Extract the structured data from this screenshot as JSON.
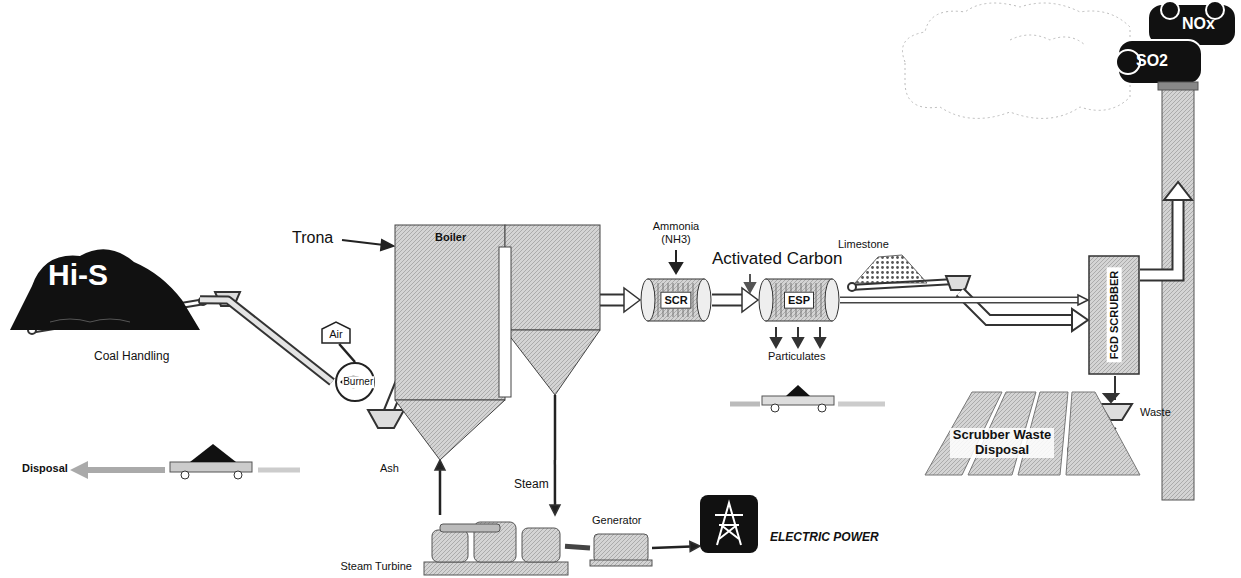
{
  "diagram": {
    "nodes": [
      {
        "text": [
          "Hi-S"
        ]
      },
      {
        "text": [
          "Burner"
        ]
      },
      {
        "text": [
          "Air"
        ]
      },
      {
        "text": [
          "Boiler"
        ]
      },
      {
        "text": [
          "SCR"
        ]
      },
      {
        "text": [
          "ESP"
        ]
      },
      {
        "text": [
          "FGD SCRUBBER"
        ]
      },
      {
        "text": [
          "Steam Turbine"
        ]
      },
      {
        "text": [
          "Generator"
        ]
      },
      {
        "text": [
          "ELECTRIC POWER"
        ]
      }
    ],
    "edges": [
      {
        "from": 0,
        "to": 1,
        "arrow": "none",
        "label": "Coal Handling"
      },
      {
        "from": 2,
        "to": 1,
        "arrow": "none"
      },
      {
        "from": 3,
        "to": 4,
        "arrow": "to"
      },
      {
        "from": 4,
        "to": 5,
        "arrow": "to"
      },
      {
        "from": 5,
        "to": 6,
        "arrow": "to"
      },
      {
        "from": 3,
        "to": 7,
        "arrow": "to",
        "label": "Steam"
      },
      {
        "from": 7,
        "to": 3,
        "arrow": "to"
      },
      {
        "from": 7,
        "to": 8,
        "arrow": "none"
      },
      {
        "from": 8,
        "to": 9,
        "arrow": "to"
      }
    ],
    "labels": [
      "Trona",
      "Ammonia (NH3)",
      "Activated Carbon",
      "Particulates",
      "Limestone",
      "Waste",
      "Scrubber Waste Disposal",
      "Ash",
      "Disposal",
      "NOx",
      "SO2"
    ]
  }
}
